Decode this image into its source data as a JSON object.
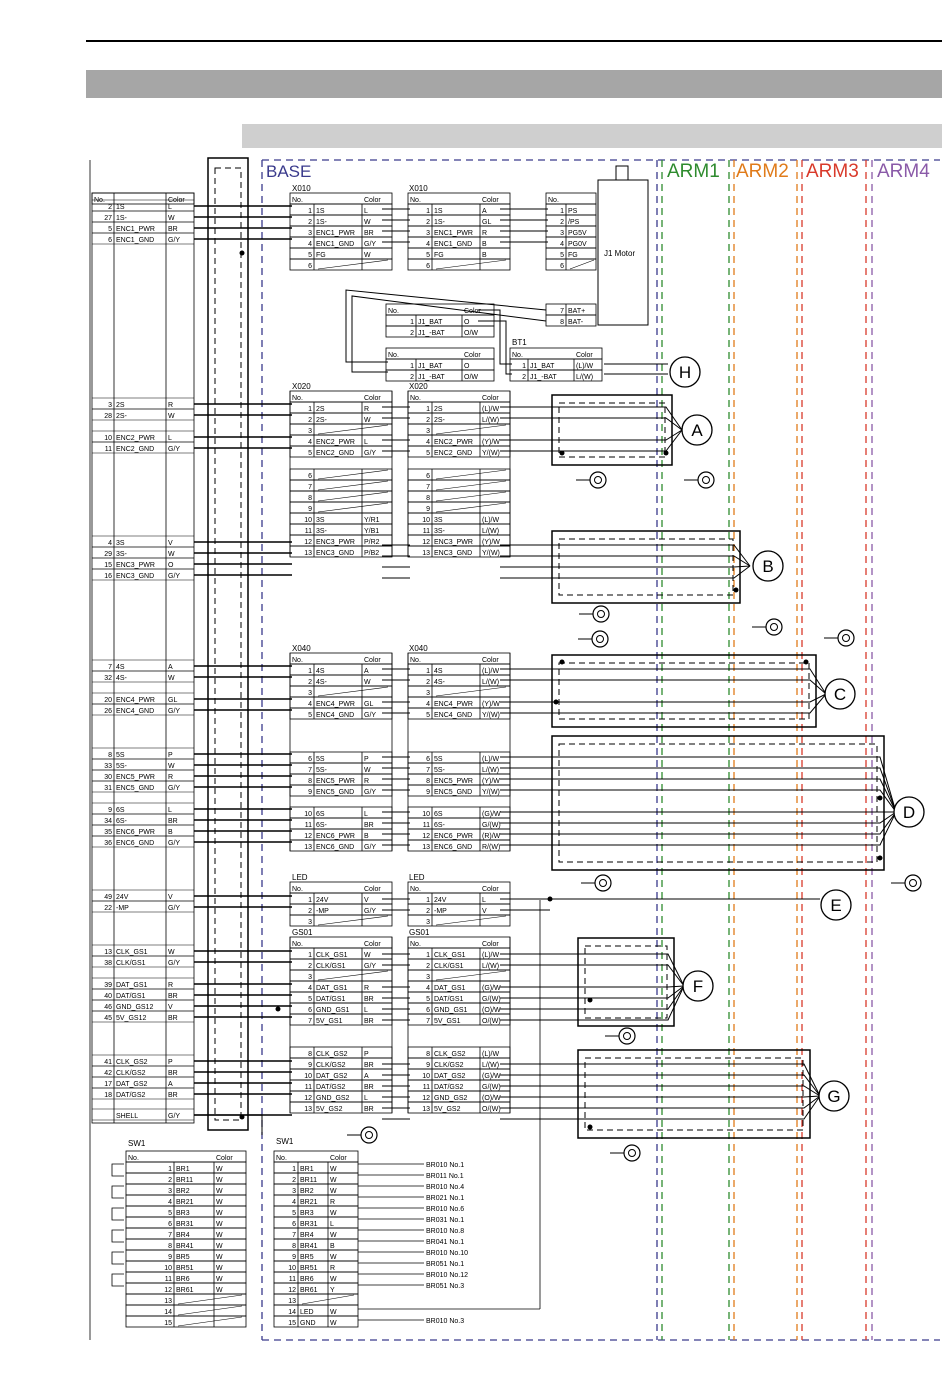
{
  "zones": {
    "base": "BASE",
    "arm1": "ARM1",
    "arm2": "ARM2",
    "arm3": "ARM3",
    "arm4": "ARM4"
  },
  "colors": {
    "base": "#3a3a8c",
    "arm1": "#2e8b2e",
    "arm2": "#e07b1a",
    "arm3": "#d93a2b",
    "arm4": "#8a5aa8"
  },
  "labels": {
    "x010": "X010",
    "x020": "X020",
    "x040": "X040",
    "led": "LED",
    "gs01": "GS01",
    "sw1": "SW1",
    "bt1": "BT1",
    "motor": "J1 Motor",
    "no": "No.",
    "color": "Color",
    "shell": "SHELL"
  },
  "bubbles": [
    "H",
    "A",
    "B",
    "C",
    "D",
    "E",
    "F",
    "G"
  ],
  "left_connector": [
    {
      "no": "2",
      "name": "1S",
      "color": "L"
    },
    {
      "no": "27",
      "name": "1S-",
      "color": "W"
    },
    {
      "no": "5",
      "name": "ENC1_PWR",
      "color": "BR"
    },
    {
      "no": "6",
      "name": "ENC1_GND",
      "color": "G/Y"
    },
    {
      "no": "3",
      "name": "2S",
      "color": "R"
    },
    {
      "no": "28",
      "name": "2S-",
      "color": "W"
    },
    {
      "no": "10",
      "name": "ENC2_PWR",
      "color": "L"
    },
    {
      "no": "11",
      "name": "ENC2_GND",
      "color": "G/Y"
    },
    {
      "no": "4",
      "name": "3S",
      "color": "V"
    },
    {
      "no": "29",
      "name": "3S-",
      "color": "W"
    },
    {
      "no": "15",
      "name": "ENC3_PWR",
      "color": "O"
    },
    {
      "no": "16",
      "name": "ENC3_GND",
      "color": "G/Y"
    },
    {
      "no": "7",
      "name": "4S",
      "color": "A"
    },
    {
      "no": "32",
      "name": "4S-",
      "color": "W"
    },
    {
      "no": "20",
      "name": "ENC4_PWR",
      "color": "GL"
    },
    {
      "no": "26",
      "name": "ENC4_GND",
      "color": "G/Y"
    },
    {
      "no": "8",
      "name": "5S",
      "color": "P"
    },
    {
      "no": "33",
      "name": "5S-",
      "color": "W"
    },
    {
      "no": "30",
      "name": "ENC5_PWR",
      "color": "R"
    },
    {
      "no": "31",
      "name": "ENC5_GND",
      "color": "G/Y"
    },
    {
      "no": "9",
      "name": "6S",
      "color": "L"
    },
    {
      "no": "34",
      "name": "6S-",
      "color": "BR"
    },
    {
      "no": "35",
      "name": "ENC6_PWR",
      "color": "B"
    },
    {
      "no": "36",
      "name": "ENC6_GND",
      "color": "G/Y"
    },
    {
      "no": "49",
      "name": "24V",
      "color": "V"
    },
    {
      "no": "22",
      "name": "-MP",
      "color": "G/Y"
    },
    {
      "no": "13",
      "name": "CLK_GS1",
      "color": "W"
    },
    {
      "no": "38",
      "name": "CLK/GS1",
      "color": "G/Y"
    },
    {
      "no": "39",
      "name": "DAT_GS1",
      "color": "R"
    },
    {
      "no": "40",
      "name": "DAT/GS1",
      "color": "BR"
    },
    {
      "no": "46",
      "name": "GND_GS12",
      "color": "V"
    },
    {
      "no": "45",
      "name": "5V_GS12",
      "color": "BR"
    },
    {
      "no": "41",
      "name": "CLK_GS2",
      "color": "P"
    },
    {
      "no": "42",
      "name": "CLK/GS2",
      "color": "BR"
    },
    {
      "no": "17",
      "name": "DAT_GS2",
      "color": "A"
    },
    {
      "no": "18",
      "name": "DAT/GS2",
      "color": "BR"
    },
    {
      "no": "",
      "name": "SHELL",
      "color": "G/Y"
    }
  ],
  "x010a": [
    {
      "no": "1",
      "name": "1S",
      "color": "L"
    },
    {
      "no": "2",
      "name": "1S-",
      "color": "W"
    },
    {
      "no": "3",
      "name": "ENC1_PWR",
      "color": "BR"
    },
    {
      "no": "4",
      "name": "ENC1_GND",
      "color": "G/Y"
    },
    {
      "no": "5",
      "name": "FG",
      "color": "W"
    },
    {
      "no": "6",
      "name": "",
      "color": ""
    }
  ],
  "x010b": [
    {
      "no": "1",
      "name": "1S",
      "color": "A"
    },
    {
      "no": "2",
      "name": "1S-",
      "color": "GL"
    },
    {
      "no": "3",
      "name": "ENC1_PWR",
      "color": "R"
    },
    {
      "no": "4",
      "name": "ENC1_GND",
      "color": "B"
    },
    {
      "no": "5",
      "name": "FG",
      "color": "B"
    },
    {
      "no": "6",
      "name": "",
      "color": ""
    }
  ],
  "motor_pins": [
    {
      "no": "1",
      "name": "PS"
    },
    {
      "no": "2",
      "name": "/PS"
    },
    {
      "no": "3",
      "name": "PG5V"
    },
    {
      "no": "4",
      "name": "PG0V"
    },
    {
      "no": "5",
      "name": "FG"
    },
    {
      "no": "6",
      "name": ""
    },
    {
      "no": "7",
      "name": "BAT+"
    },
    {
      "no": "8",
      "name": "BAT-"
    }
  ],
  "bat1": [
    {
      "no": "1",
      "name": "J1_BAT",
      "color": "O"
    },
    {
      "no": "2",
      "name": "J1_-BAT",
      "color": "O/W"
    }
  ],
  "bat2": [
    {
      "no": "1",
      "name": "J1_BAT",
      "color": "O"
    },
    {
      "no": "2",
      "name": "J1_-BAT",
      "color": "O/W"
    }
  ],
  "bt1": [
    {
      "no": "1",
      "name": "J1_BAT",
      "color": "(L)/W"
    },
    {
      "no": "2",
      "name": "J1_-BAT",
      "color": "L/(W)"
    }
  ],
  "x020a": [
    {
      "no": "1",
      "name": "2S",
      "color": "R"
    },
    {
      "no": "2",
      "name": "2S-",
      "color": "W"
    },
    {
      "no": "3",
      "name": "",
      "color": ""
    },
    {
      "no": "4",
      "name": "ENC2_PWR",
      "color": "L"
    },
    {
      "no": "5",
      "name": "ENC2_GND",
      "color": "G/Y"
    },
    {
      "no": "6",
      "name": "",
      "color": ""
    },
    {
      "no": "7",
      "name": "",
      "color": ""
    },
    {
      "no": "8",
      "name": "",
      "color": ""
    },
    {
      "no": "9",
      "name": "",
      "color": ""
    },
    {
      "no": "10",
      "name": "3S",
      "color": "Y/R1"
    },
    {
      "no": "11",
      "name": "3S-",
      "color": "Y/B1"
    },
    {
      "no": "12",
      "name": "ENC3_PWR",
      "color": "P/R2"
    },
    {
      "no": "13",
      "name": "ENC3_GND",
      "color": "P/B2"
    }
  ],
  "x020b": [
    {
      "no": "1",
      "name": "2S",
      "color": "(L)/W"
    },
    {
      "no": "2",
      "name": "2S-",
      "color": "L/(W)"
    },
    {
      "no": "3",
      "name": "",
      "color": ""
    },
    {
      "no": "4",
      "name": "ENC2_PWR",
      "color": "(Y)/W"
    },
    {
      "no": "5",
      "name": "ENC2_GND",
      "color": "Y/(W)"
    },
    {
      "no": "6",
      "name": "",
      "color": ""
    },
    {
      "no": "7",
      "name": "",
      "color": ""
    },
    {
      "no": "8",
      "name": "",
      "color": ""
    },
    {
      "no": "9",
      "name": "",
      "color": ""
    },
    {
      "no": "10",
      "name": "3S",
      "color": "(L)/W"
    },
    {
      "no": "11",
      "name": "3S-",
      "color": "L/(W)"
    },
    {
      "no": "12",
      "name": "ENC3_PWR",
      "color": "(Y)/W"
    },
    {
      "no": "13",
      "name": "ENC3_GND",
      "color": "Y/(W)"
    }
  ],
  "x040a": [
    {
      "no": "1",
      "name": "4S",
      "color": "A"
    },
    {
      "no": "2",
      "name": "4S-",
      "color": "W"
    },
    {
      "no": "3",
      "name": "",
      "color": ""
    },
    {
      "no": "4",
      "name": "ENC4_PWR",
      "color": "GL"
    },
    {
      "no": "5",
      "name": "ENC4_GND",
      "color": "G/Y"
    },
    {
      "no": "6",
      "name": "5S",
      "color": "P"
    },
    {
      "no": "7",
      "name": "5S-",
      "color": "W"
    },
    {
      "no": "8",
      "name": "ENC5_PWR",
      "color": "R"
    },
    {
      "no": "9",
      "name": "ENC5_GND",
      "color": "G/Y"
    },
    {
      "no": "10",
      "name": "6S",
      "color": "L"
    },
    {
      "no": "11",
      "name": "6S-",
      "color": "BR"
    },
    {
      "no": "12",
      "name": "ENC6_PWR",
      "color": "B"
    },
    {
      "no": "13",
      "name": "ENC6_GND",
      "color": "G/Y"
    }
  ],
  "x040b": [
    {
      "no": "1",
      "name": "4S",
      "color": "(L)/W"
    },
    {
      "no": "2",
      "name": "4S-",
      "color": "L/(W)"
    },
    {
      "no": "3",
      "name": "",
      "color": ""
    },
    {
      "no": "4",
      "name": "ENC4_PWR",
      "color": "(Y)/W"
    },
    {
      "no": "5",
      "name": "ENC4_GND",
      "color": "Y/(W)"
    },
    {
      "no": "6",
      "name": "5S",
      "color": "(L)/W"
    },
    {
      "no": "7",
      "name": "5S-",
      "color": "L/(W)"
    },
    {
      "no": "8",
      "name": "ENC5_PWR",
      "color": "(Y)/W"
    },
    {
      "no": "9",
      "name": "ENC5_GND",
      "color": "Y/(W)"
    },
    {
      "no": "10",
      "name": "6S",
      "color": "(G)/W"
    },
    {
      "no": "11",
      "name": "6S-",
      "color": "G/(W)"
    },
    {
      "no": "12",
      "name": "ENC6_PWR",
      "color": "(R)/W"
    },
    {
      "no": "13",
      "name": "ENC6_GND",
      "color": "R/(W)"
    }
  ],
  "leda": [
    {
      "no": "1",
      "name": "24V",
      "color": "V"
    },
    {
      "no": "2",
      "name": "-MP",
      "color": "G/Y"
    },
    {
      "no": "3",
      "name": "",
      "color": ""
    }
  ],
  "ledb": [
    {
      "no": "1",
      "name": "24V",
      "color": "L"
    },
    {
      "no": "2",
      "name": "-MP",
      "color": "V"
    },
    {
      "no": "3",
      "name": "",
      "color": ""
    }
  ],
  "gsa": [
    {
      "no": "1",
      "name": "CLK_GS1",
      "color": "W"
    },
    {
      "no": "2",
      "name": "CLK/GS1",
      "color": "G/Y"
    },
    {
      "no": "3",
      "name": "",
      "color": ""
    },
    {
      "no": "4",
      "name": "DAT_GS1",
      "color": "R"
    },
    {
      "no": "5",
      "name": "DAT/GS1",
      "color": "BR"
    },
    {
      "no": "6",
      "name": "GND_GS1",
      "color": "L"
    },
    {
      "no": "7",
      "name": "5V_GS1",
      "color": "BR"
    },
    {
      "no": "8",
      "name": "CLK_GS2",
      "color": "P"
    },
    {
      "no": "9",
      "name": "CLK/GS2",
      "color": "BR"
    },
    {
      "no": "10",
      "name": "DAT_GS2",
      "color": "A"
    },
    {
      "no": "11",
      "name": "DAT/GS2",
      "color": "BR"
    },
    {
      "no": "12",
      "name": "GND_GS2",
      "color": "L"
    },
    {
      "no": "13",
      "name": "5V_GS2",
      "color": "BR"
    }
  ],
  "gsb": [
    {
      "no": "1",
      "name": "CLK_GS1",
      "color": "(L)/W"
    },
    {
      "no": "2",
      "name": "CLK/GS1",
      "color": "L/(W)"
    },
    {
      "no": "3",
      "name": "",
      "color": ""
    },
    {
      "no": "4",
      "name": "DAT_GS1",
      "color": "(G)/W"
    },
    {
      "no": "5",
      "name": "DAT/GS1",
      "color": "G/(W)"
    },
    {
      "no": "6",
      "name": "GND_GS1",
      "color": "(O)/W"
    },
    {
      "no": "7",
      "name": "5V_GS1",
      "color": "O/(W)"
    },
    {
      "no": "8",
      "name": "CLK_GS2",
      "color": "(L)/W"
    },
    {
      "no": "9",
      "name": "CLK/GS2",
      "color": "L/(W)"
    },
    {
      "no": "10",
      "name": "DAT_GS2",
      "color": "(G)/W"
    },
    {
      "no": "11",
      "name": "DAT/GS2",
      "color": "G/(W)"
    },
    {
      "no": "12",
      "name": "GND_GS2",
      "color": "(O)/W"
    },
    {
      "no": "13",
      "name": "5V_GS2",
      "color": "O/(W)"
    }
  ],
  "swa": [
    {
      "no": "1",
      "name": "BR1",
      "color": "W"
    },
    {
      "no": "2",
      "name": "BR11",
      "color": "W"
    },
    {
      "no": "3",
      "name": "BR2",
      "color": "W"
    },
    {
      "no": "4",
      "name": "BR21",
      "color": "W"
    },
    {
      "no": "5",
      "name": "BR3",
      "color": "W"
    },
    {
      "no": "6",
      "name": "BR31",
      "color": "W"
    },
    {
      "no": "7",
      "name": "BR4",
      "color": "W"
    },
    {
      "no": "8",
      "name": "BR41",
      "color": "W"
    },
    {
      "no": "9",
      "name": "BR5",
      "color": "W"
    },
    {
      "no": "10",
      "name": "BR51",
      "color": "W"
    },
    {
      "no": "11",
      "name": "BR6",
      "color": "W"
    },
    {
      "no": "12",
      "name": "BR61",
      "color": "W"
    },
    {
      "no": "13",
      "name": "",
      "color": ""
    },
    {
      "no": "14",
      "name": "",
      "color": ""
    },
    {
      "no": "15",
      "name": "",
      "color": ""
    }
  ],
  "swb": [
    {
      "no": "1",
      "name": "BR1",
      "color": "W"
    },
    {
      "no": "2",
      "name": "BR11",
      "color": "W"
    },
    {
      "no": "3",
      "name": "BR2",
      "color": "W"
    },
    {
      "no": "4",
      "name": "BR21",
      "color": "R"
    },
    {
      "no": "5",
      "name": "BR3",
      "color": "W"
    },
    {
      "no": "6",
      "name": "BR31",
      "color": "L"
    },
    {
      "no": "7",
      "name": "BR4",
      "color": "W"
    },
    {
      "no": "8",
      "name": "BR41",
      "color": "B"
    },
    {
      "no": "9",
      "name": "BR5",
      "color": "W"
    },
    {
      "no": "10",
      "name": "BR51",
      "color": "R"
    },
    {
      "no": "11",
      "name": "BR6",
      "color": "W"
    },
    {
      "no": "12",
      "name": "BR61",
      "color": "Y"
    },
    {
      "no": "13",
      "name": "",
      "color": ""
    },
    {
      "no": "14",
      "name": "LED",
      "color": "W"
    },
    {
      "no": "15",
      "name": "GND",
      "color": "W"
    }
  ],
  "br_dest": [
    "BR010 No.1",
    "BR011 No.1",
    "BR010 No.4",
    "BR021 No.1",
    "BR010 No.6",
    "BR031 No.1",
    "BR010 No.8",
    "BR041 No.1",
    "BR010 No.10",
    "BR051 No.1",
    "BR010 No.12",
    "BR051 No.3"
  ],
  "br_dest_gnd": "BR010 No.3"
}
